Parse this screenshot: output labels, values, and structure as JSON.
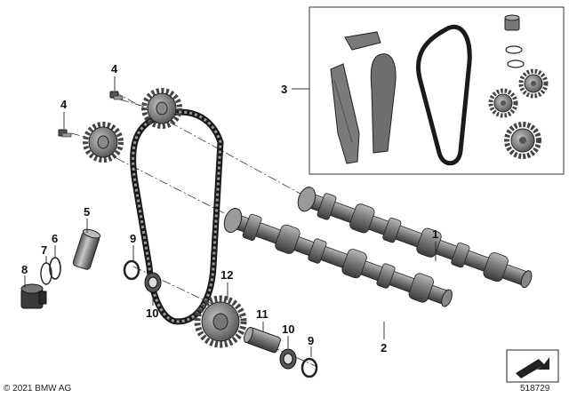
{
  "copyright": "© 2021 BMW AG",
  "diagram_number": "518729",
  "callouts": [
    "1",
    "2",
    "3",
    "4",
    "4",
    "5",
    "6",
    "7",
    "8",
    "9",
    "9",
    "10",
    "10",
    "11",
    "12"
  ]
}
